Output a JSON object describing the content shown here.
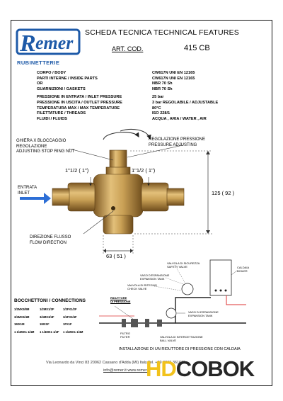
{
  "brand": {
    "logo_word": "Remer",
    "sub": "RUBINETTERIE"
  },
  "header": {
    "title": "SCHEDA TECNICA   TECHNICAL FEATURES",
    "art_code_label": "ART. COD.",
    "art_code_value": "415 CB"
  },
  "specs": [
    {
      "label": "CORPO / BODY",
      "value": "CW617N UNI EN 12165"
    },
    {
      "label": "PARTI INTERNE / INSIDE PARTS",
      "value": "CW617N UNI EN 12165"
    },
    {
      "label": "OR",
      "value": "NBR 70 Sh"
    },
    {
      "label": "GUARNIZIONI / GASKETS",
      "value": "NBR 70 Sh"
    },
    {
      "label": "PRESSIONE IN ENTRATA / INLET PRESSURE",
      "value": "25 bar"
    },
    {
      "label": "PRESSIONE IN USCITA / OUTLET PRESSURE",
      "value": "3 bar REGOLABILE / ADJUSTABLE"
    },
    {
      "label": "TEMPERATURA MAX / MAX TEMPERATURE",
      "value": "80°C"
    },
    {
      "label": "FILETTATURE / THREADS",
      "value": "ISO 228/1"
    },
    {
      "label": "FLUIDI / FLUIDS",
      "value": "ACQUA  , ARIA  /  WATER  , AIR"
    }
  ],
  "drawing": {
    "ring_nut_1": "GHIERA X BLOCCAGGIO",
    "ring_nut_2": "REGOLAZIONE",
    "ring_nut_3": "ADJUSTING STOP RING NUT",
    "reg_1": "REGOLAZIONE PRESSIONE",
    "reg_2": "PRESSURE ADJUSTING",
    "size_left": "1\"1/2 ( 1\")",
    "size_right": "1\"1/2 ( 1\")",
    "inlet_1": "ENTRATA",
    "inlet_2": "INLET",
    "flow_1": "DIREZIONE FLUSSO",
    "flow_2": "FLOW DIRECTION",
    "height_dim": "125 ( 92 )",
    "width_dim": "63 ( 51 )"
  },
  "connections": {
    "title": "BOCCHETTONI / CONNECTIONS",
    "rows": [
      [
        "1/2MX3/8M",
        "1/2MX1/2F",
        "1/2FX1/2F"
      ],
      [
        "3/4MX3/4M",
        "3/4MX3/4F",
        "3/4FX3/4F"
      ],
      [
        "1MX1M",
        "1MX1F",
        "1FX1F"
      ],
      [
        "1 1/4MX1 1/4M",
        "1 1/4MX1 1/4F",
        "1 1/4MX1 1/4M"
      ]
    ]
  },
  "install": {
    "caldaia_1": "CALDAIA",
    "caldaia_2": "BOILER",
    "safety_1": "VALVOLA DI SICUREZZA",
    "safety_2": "SAFETY VALVE",
    "exp_1": "VASO D'ESPANSIONE",
    "exp_2": "EXPANSION TANK",
    "check_1": "VALVOLA DI RITEGNO",
    "check_2": "CHECK VALVE",
    "reducer_1": "RIDUTTORE",
    "reducer_2": "DI PRESSIONE",
    "exp2_1": "VASO DI ESPANSIONE",
    "exp2_2": "EXPANSION TANK",
    "filter_1": "FILTRO",
    "filter_2": "FILTER",
    "ball_1": "VALVOLA DI INTERCETTAZIONE",
    "ball_2": "BALL VALVE",
    "caption": "INSTALLAZIONE DI UN RIDUTTORE DI PRESSIONE CON  CALDAIA"
  },
  "footer": {
    "address": "Via Leonardo da Vinci 83     20062 Cassano d'Adda (MI) Italy Tel. +39 0363 361611",
    "email": "info@remer.it    www.remer.it"
  },
  "watermark": {
    "hd": "HD",
    "rest": "COBOK"
  },
  "colors": {
    "brand_blue": "#1e5aa8",
    "brass": "#b58a3c",
    "arrow_blue": "#2d6fd6",
    "watermark_yellow": "#f2c21b"
  }
}
